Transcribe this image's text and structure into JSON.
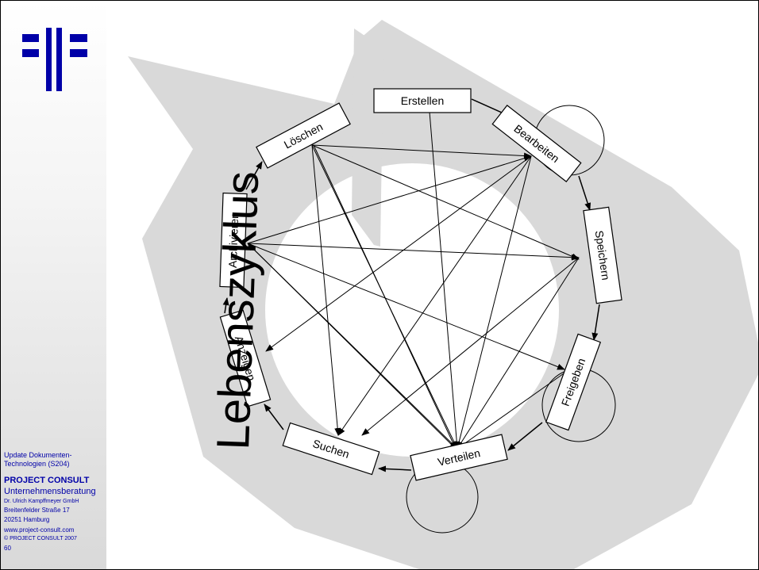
{
  "diagram": {
    "title": "Lebenszyklus",
    "nodes": [
      {
        "id": "erstellen",
        "label": "Erstellen"
      },
      {
        "id": "bearbeiten",
        "label": "Bearbeiten"
      },
      {
        "id": "speichern",
        "label": "Speichern"
      },
      {
        "id": "freigeben",
        "label": "Freigeben"
      },
      {
        "id": "verteilen",
        "label": "Verteilen"
      },
      {
        "id": "suchen",
        "label": "Suchen"
      },
      {
        "id": "anzeigen",
        "label": "Anzeigen"
      },
      {
        "id": "archivieren",
        "label": "Archivieren"
      },
      {
        "id": "loeschen",
        "label": "Löschen"
      }
    ],
    "cycle_edges": [
      [
        "erstellen",
        "bearbeiten"
      ],
      [
        "bearbeiten",
        "speichern"
      ],
      [
        "speichern",
        "freigeben"
      ],
      [
        "freigeben",
        "verteilen"
      ],
      [
        "verteilen",
        "suchen"
      ],
      [
        "suchen",
        "anzeigen"
      ],
      [
        "anzeigen",
        "archivieren"
      ],
      [
        "archivieren",
        "loeschen"
      ]
    ],
    "self_loops": [
      "bearbeiten",
      "freigeben",
      "verteilen"
    ]
  },
  "sidebar": {
    "subtitle_line1": "Update Dokumenten-",
    "subtitle_line2": "Technologien (S204)",
    "company": "PROJECT  CONSULT",
    "division": "Unternehmensberatung",
    "owner": "Dr. Ulrich Kampffmeyer  GmbH",
    "street": "Breitenfelder Straße 17",
    "city": "20251 Hamburg",
    "website": "www.project-consult.com",
    "copyright": "© PROJECT CONSULT  2007",
    "page_number": "60"
  },
  "colors": {
    "accent": "#0000a8",
    "ring": "#d9d9d9"
  }
}
